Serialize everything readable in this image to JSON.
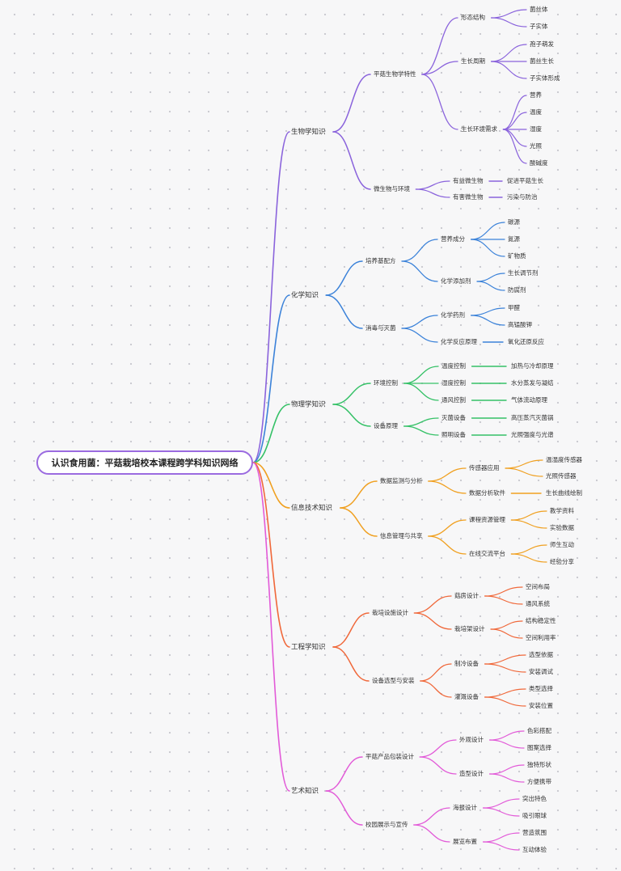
{
  "root": "认识食用菌：平菇栽培校本课程跨学科知识网络",
  "branches": [
    {
      "label": "生物学知识",
      "color": "#8a63dc",
      "children": [
        {
          "label": "平菇生物学特性",
          "children": [
            {
              "label": "形态结构",
              "children": [
                {
                  "label": "菌丝体"
                },
                {
                  "label": "子实体"
                }
              ]
            },
            {
              "label": "生长周期",
              "children": [
                {
                  "label": "孢子萌发"
                },
                {
                  "label": "菌丝生长"
                },
                {
                  "label": "子实体形成"
                }
              ]
            },
            {
              "label": "生长环境需求",
              "children": [
                {
                  "label": "营养"
                },
                {
                  "label": "温度"
                },
                {
                  "label": "湿度"
                },
                {
                  "label": "光照"
                },
                {
                  "label": "酸碱度"
                }
              ]
            }
          ]
        },
        {
          "label": "微生物与环境",
          "children": [
            {
              "label": "有益微生物",
              "children": [
                {
                  "label": "促进平菇生长"
                }
              ]
            },
            {
              "label": "有害微生物",
              "children": [
                {
                  "label": "污染与防治"
                }
              ]
            }
          ]
        }
      ]
    },
    {
      "label": "化学知识",
      "color": "#3b82d9",
      "children": [
        {
          "label": "培养基配方",
          "children": [
            {
              "label": "营养成分",
              "children": [
                {
                  "label": "碳源"
                },
                {
                  "label": "氮源"
                },
                {
                  "label": "矿物质"
                }
              ]
            },
            {
              "label": "化学添加剂",
              "children": [
                {
                  "label": "生长调节剂"
                },
                {
                  "label": "防腐剂"
                }
              ]
            }
          ]
        },
        {
          "label": "消毒与灭菌",
          "children": [
            {
              "label": "化学药剂",
              "children": [
                {
                  "label": "甲醛"
                },
                {
                  "label": "高锰酸钾"
                }
              ]
            },
            {
              "label": "化学反应原理",
              "children": [
                {
                  "label": "氧化还原反应"
                }
              ]
            }
          ]
        }
      ]
    },
    {
      "label": "物理学知识",
      "color": "#35c167",
      "children": [
        {
          "label": "环境控制",
          "children": [
            {
              "label": "温度控制",
              "children": [
                {
                  "label": "加热与冷却原理"
                }
              ]
            },
            {
              "label": "湿度控制",
              "children": [
                {
                  "label": "水分蒸发与凝结"
                }
              ]
            },
            {
              "label": "通风控制",
              "children": [
                {
                  "label": "气体流动原理"
                }
              ]
            }
          ]
        },
        {
          "label": "设备原理",
          "children": [
            {
              "label": "灭菌设备",
              "children": [
                {
                  "label": "高压蒸汽灭菌锅"
                }
              ]
            },
            {
              "label": "照明设备",
              "children": [
                {
                  "label": "光照强度与光谱"
                }
              ]
            }
          ]
        }
      ]
    },
    {
      "label": "信息技术知识",
      "color": "#f0a020",
      "children": [
        {
          "label": "数据监测与分析",
          "children": [
            {
              "label": "传感器应用",
              "children": [
                {
                  "label": "温湿度传感器"
                },
                {
                  "label": "光照传感器"
                }
              ]
            },
            {
              "label": "数据分析软件",
              "children": [
                {
                  "label": "生长曲线绘制"
                }
              ]
            }
          ]
        },
        {
          "label": "信息管理与共享",
          "children": [
            {
              "label": "课程资源管理",
              "children": [
                {
                  "label": "教学资料"
                },
                {
                  "label": "实验数据"
                }
              ]
            },
            {
              "label": "在线交流平台",
              "children": [
                {
                  "label": "师生互动"
                },
                {
                  "label": "经验分享"
                }
              ]
            }
          ]
        }
      ]
    },
    {
      "label": "工程学知识",
      "color": "#f0683a",
      "children": [
        {
          "label": "栽培设施设计",
          "children": [
            {
              "label": "菇房设计",
              "children": [
                {
                  "label": "空间布局"
                },
                {
                  "label": "通风系统"
                }
              ]
            },
            {
              "label": "栽培架设计",
              "children": [
                {
                  "label": "结构稳定性"
                },
                {
                  "label": "空间利用率"
                }
              ]
            }
          ]
        },
        {
          "label": "设备选型与安装",
          "children": [
            {
              "label": "制冷设备",
              "children": [
                {
                  "label": "选型依据"
                },
                {
                  "label": "安装调试"
                }
              ]
            },
            {
              "label": "灌溉设备",
              "children": [
                {
                  "label": "类型选择"
                },
                {
                  "label": "安装位置"
                }
              ]
            }
          ]
        }
      ]
    },
    {
      "label": "艺术知识",
      "color": "#e25ad8",
      "children": [
        {
          "label": "平菇产品包装设计",
          "children": [
            {
              "label": "外观设计",
              "children": [
                {
                  "label": "色彩搭配"
                },
                {
                  "label": "图案选择"
                }
              ]
            },
            {
              "label": "造型设计",
              "children": [
                {
                  "label": "独特形状"
                },
                {
                  "label": "方便携带"
                }
              ]
            }
          ]
        },
        {
          "label": "校园展示与宣传",
          "children": [
            {
              "label": "海报设计",
              "children": [
                {
                  "label": "突出特色"
                },
                {
                  "label": "吸引眼球"
                }
              ]
            },
            {
              "label": "展览布置",
              "children": [
                {
                  "label": "营造氛围"
                },
                {
                  "label": "互动体验"
                }
              ]
            }
          ]
        }
      ]
    }
  ]
}
